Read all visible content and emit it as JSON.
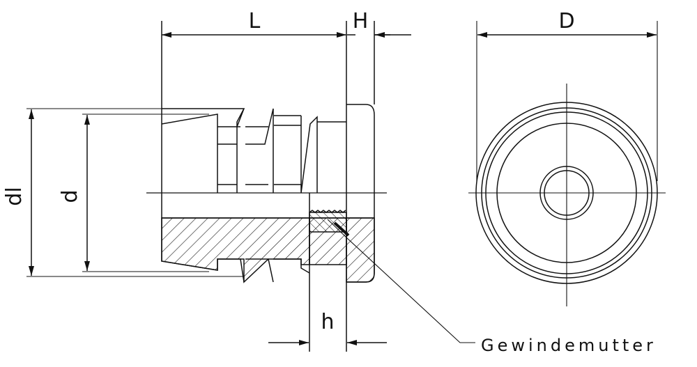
{
  "labels": {
    "L": "L",
    "H": "H",
    "D": "D",
    "dl": "dl",
    "d": "d",
    "h": "h",
    "callout": "Gewindemutter"
  },
  "colors": {
    "line": "#111111",
    "background": "#ffffff"
  }
}
